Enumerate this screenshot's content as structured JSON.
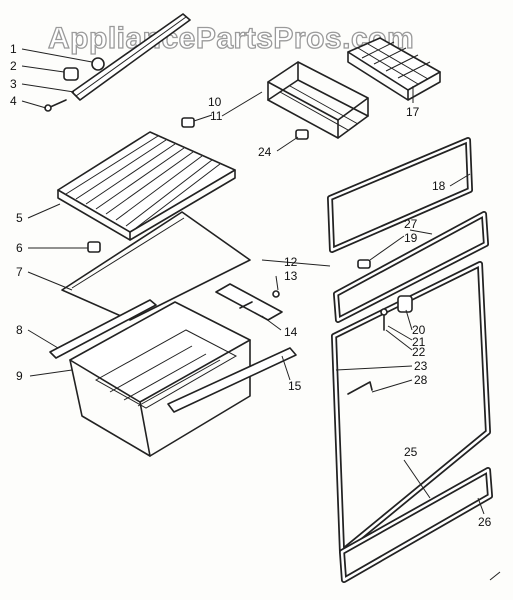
{
  "watermark": {
    "text": "AppliancePartsPros.com"
  },
  "callouts": [
    "1",
    "2",
    "3",
    "4",
    "5",
    "6",
    "7",
    "8",
    "9",
    "10",
    "11",
    "12",
    "13",
    "14",
    "15",
    "17",
    "18",
    "19",
    "20",
    "21",
    "22",
    "23",
    "24",
    "25",
    "26",
    "27",
    "28"
  ]
}
